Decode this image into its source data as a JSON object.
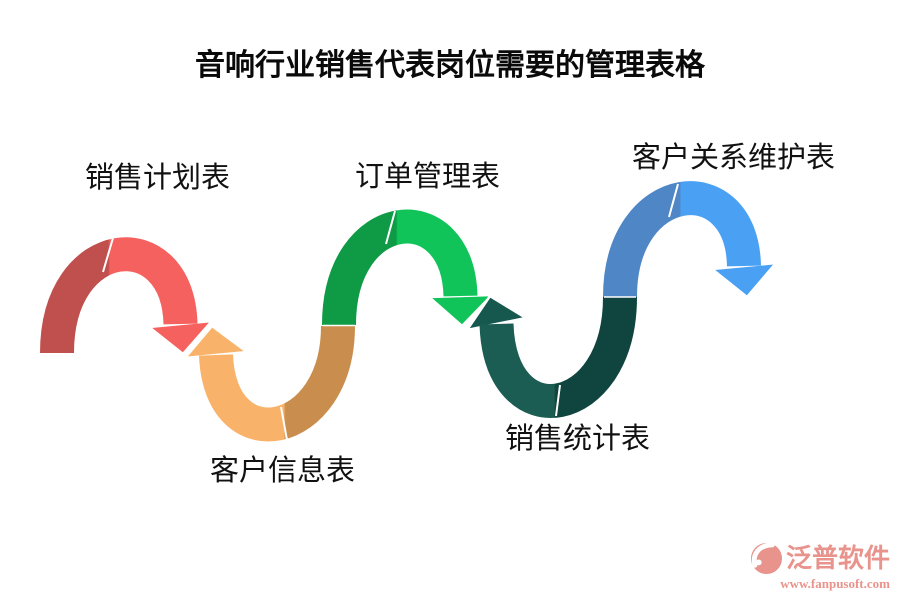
{
  "title": "音响行业销售代表岗位需要的管理表格",
  "labels": [
    {
      "text": "销售计划表"
    },
    {
      "text": "订单管理表"
    },
    {
      "text": "客户关系维护表"
    },
    {
      "text": "客户信息表"
    },
    {
      "text": "销售统计表"
    }
  ],
  "arrows": [
    {
      "id": "red",
      "name": "arc-sales-plan",
      "from": "#c0504d",
      "to": "#f4615e",
      "head": "#f4615e",
      "split": 0.39
    },
    {
      "id": "orange",
      "name": "arc-customer-info",
      "from": "#f9b269",
      "to": "#c98e4d",
      "head": "#f9b269",
      "split": 0.58
    },
    {
      "id": "green",
      "name": "arc-order-management",
      "from": "#0f9a45",
      "to": "#10c45a",
      "head": "#10c45a",
      "split": 0.43
    },
    {
      "id": "teal",
      "name": "arc-sales-statistics",
      "from": "#1b5d52",
      "to": "#10453f",
      "head": "#17584e",
      "split": 0.52
    },
    {
      "id": "blue",
      "name": "arc-customer-relation",
      "from": "#4e86c6",
      "to": "#4aa0f3",
      "head": "#4aa0f3",
      "split": 0.44
    }
  ],
  "logo": {
    "brand": "泛普软件",
    "url": "www.fanpusoft.com",
    "color": "#e8948c"
  }
}
